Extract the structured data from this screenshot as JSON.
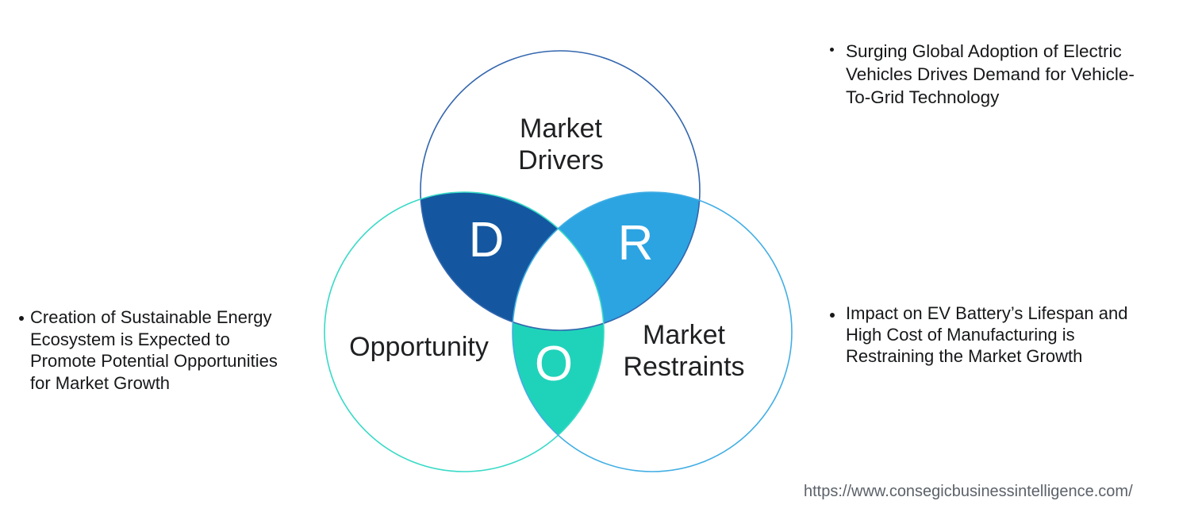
{
  "canvas": {
    "background": "#ffffff"
  },
  "venn": {
    "letter_color": "#ffffff",
    "drivers": {
      "label_lines": [
        "Market",
        "Drivers"
      ],
      "letter": "D",
      "outline_color": "#3366AE",
      "overlap_fill": "#1457A0"
    },
    "restraints": {
      "label_lines": [
        "Market",
        "Restraints"
      ],
      "letter": "R",
      "outline_color": "#42AEE4",
      "overlap_fill": "#2CA4E2"
    },
    "opportunity": {
      "label_lines": [
        "Opportunity"
      ],
      "letter": "O",
      "outline_color": "#38DAC6",
      "overlap_fill": "#1FD3BA"
    }
  },
  "notes": {
    "driver_note": {
      "marker": "dot",
      "lines": [
        "Surging Global Adoption of Electric",
        "Vehicles Drives Demand for Vehicle-",
        "To-Grid Technology"
      ]
    },
    "restraint_note": {
      "marker": "dot",
      "lines": [
        "Impact on EV Battery’s Lifespan and",
        "High Cost of Manufacturing is",
        "Restraining the Market Growth"
      ]
    },
    "opportunity_note": {
      "marker": "dot",
      "lines": [
        "Creation of Sustainable Energy",
        "Ecosystem is Expected to",
        "Promote Potential Opportunities",
        "for Market Growth"
      ]
    }
  },
  "footer": {
    "source_url": "https://www.consegicbusinessintelligence.com/"
  }
}
